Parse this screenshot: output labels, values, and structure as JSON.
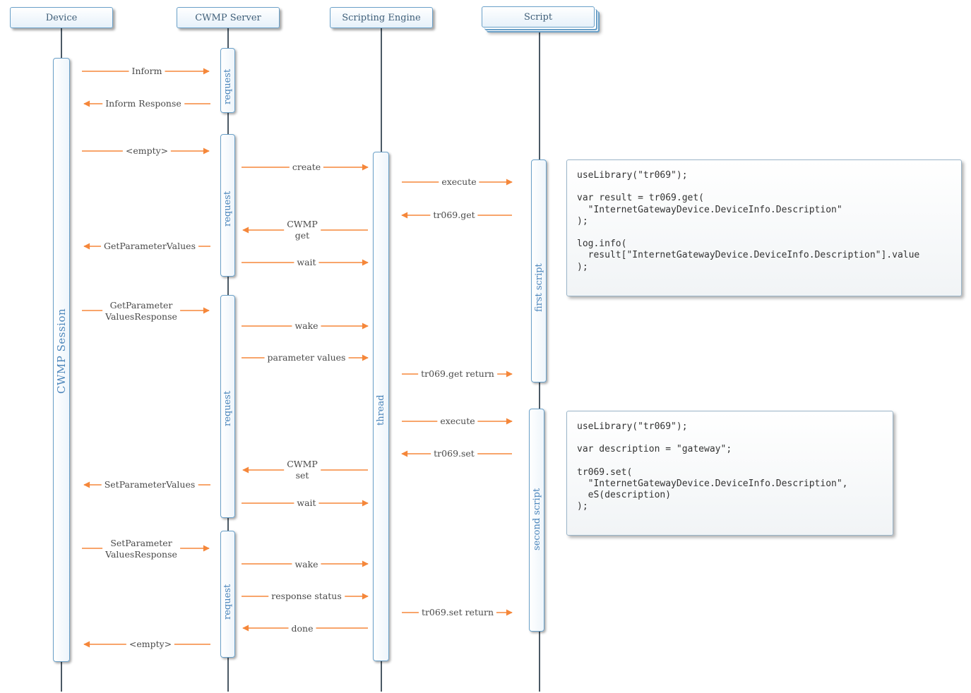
{
  "participants": {
    "device": "Device",
    "cwmp_server": "CWMP Server",
    "scripting_engine": "Scripting Engine",
    "script": "Script"
  },
  "activations": {
    "cwmp_session": "CWMP  Session",
    "request_1": "request",
    "request_2": "request",
    "request_3": "request",
    "request_4": "request",
    "thread": "thread",
    "first_script": "first script",
    "second_script": "second script"
  },
  "messages": {
    "inform": "Inform",
    "inform_response": "Inform Response",
    "empty_1": "<empty>",
    "create": "create",
    "execute_1": "execute",
    "tr069_get": "tr069.get",
    "cwmp_get": "CWMP\nget",
    "get_parameter_values": "GetParameterValues",
    "wait_1": "wait",
    "get_parameter_values_response": "GetParameter\nValuesResponse",
    "wake_1": "wake",
    "parameter_values": "parameter values",
    "tr069_get_return": "tr069.get return",
    "execute_2": "execute",
    "tr069_set": "tr069.set",
    "cwmp_set": "CWMP\nset",
    "set_parameter_values": "SetParameterValues",
    "wait_2": "wait",
    "set_parameter_values_response": "SetParameter\nValuesResponse",
    "wake_2": "wake",
    "response_status": "response status",
    "tr069_set_return": "tr069.set return",
    "done": "done",
    "empty_2": "<empty>"
  },
  "notes": {
    "first_script_code": "useLibrary(\"tr069\");\n\nvar result = tr069.get(\n  \"InternetGatewayDevice.DeviceInfo.Description\"\n);\n\nlog.info(\n  result[\"InternetGatewayDevice.DeviceInfo.Description\"].value\n);",
    "second_script_code": "useLibrary(\"tr069\");\n\nvar description = \"gateway\";\n\ntr069.set(\n  \"InternetGatewayDevice.DeviceInfo.Description\",\n  eS(description)\n);"
  },
  "colors": {
    "arrow": "#f5873a",
    "box_border": "#6aa0c8",
    "vertical_label": "#4c86bb",
    "lifeline": "#4b5965"
  }
}
